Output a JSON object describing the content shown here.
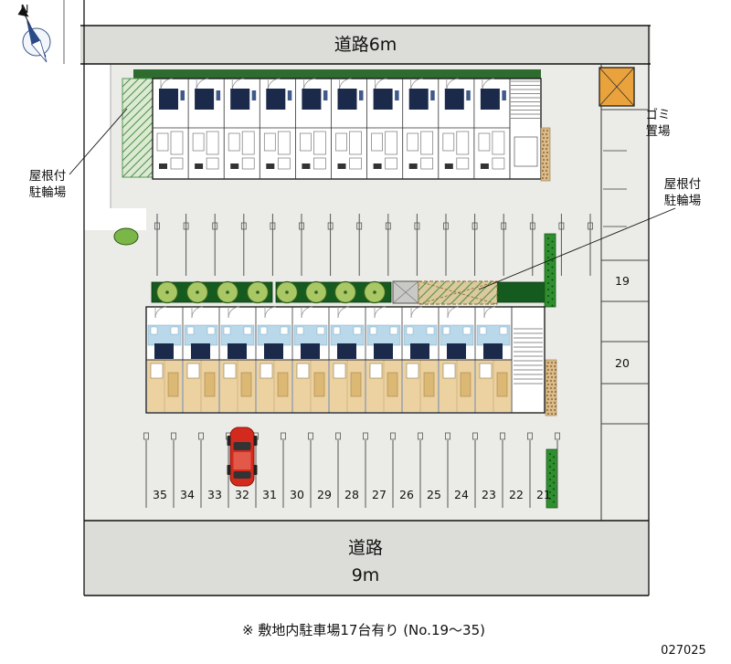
{
  "meta": {
    "plan_number": "027025"
  },
  "roads": {
    "top": "道路6m",
    "bottom_name": "道路",
    "bottom_width": "9m"
  },
  "labels": {
    "north": "N",
    "garbage_line1": "ゴミ",
    "garbage_line2": "置場",
    "roofed_bike_line1": "屋根付",
    "roofed_bike_line2": "駐輪場"
  },
  "parking": {
    "right_numbers": [
      "19",
      "20"
    ],
    "bottom_numbers": [
      "35",
      "34",
      "33",
      "32",
      "31",
      "30",
      "29",
      "28",
      "27",
      "26",
      "25",
      "24",
      "23",
      "22",
      "21"
    ],
    "note": "※ 敷地内駐車場17台有り (No.19～35)"
  },
  "colors": {
    "road": "#dcdcd8",
    "site": "#ebebe7",
    "hedge": "#2e6b2e",
    "planter": "#155a1e",
    "tree": "#a9c765",
    "green_strip": "#2f8f2f",
    "bike_fill_left": "#dcead2",
    "bike_fill_mid": "#dcc99e",
    "bike_hatch": "#4a8f4a",
    "navy": "#1b2a4a",
    "unit_blue": "#b9d8ea",
    "unit_tan": "#ecd2a0",
    "tan_dark": "#dcb875",
    "gravel": "#d9bc8a",
    "brown_dot": "#7a4a1f",
    "garbage": "#eaa33c",
    "car": "#d42a1e"
  }
}
